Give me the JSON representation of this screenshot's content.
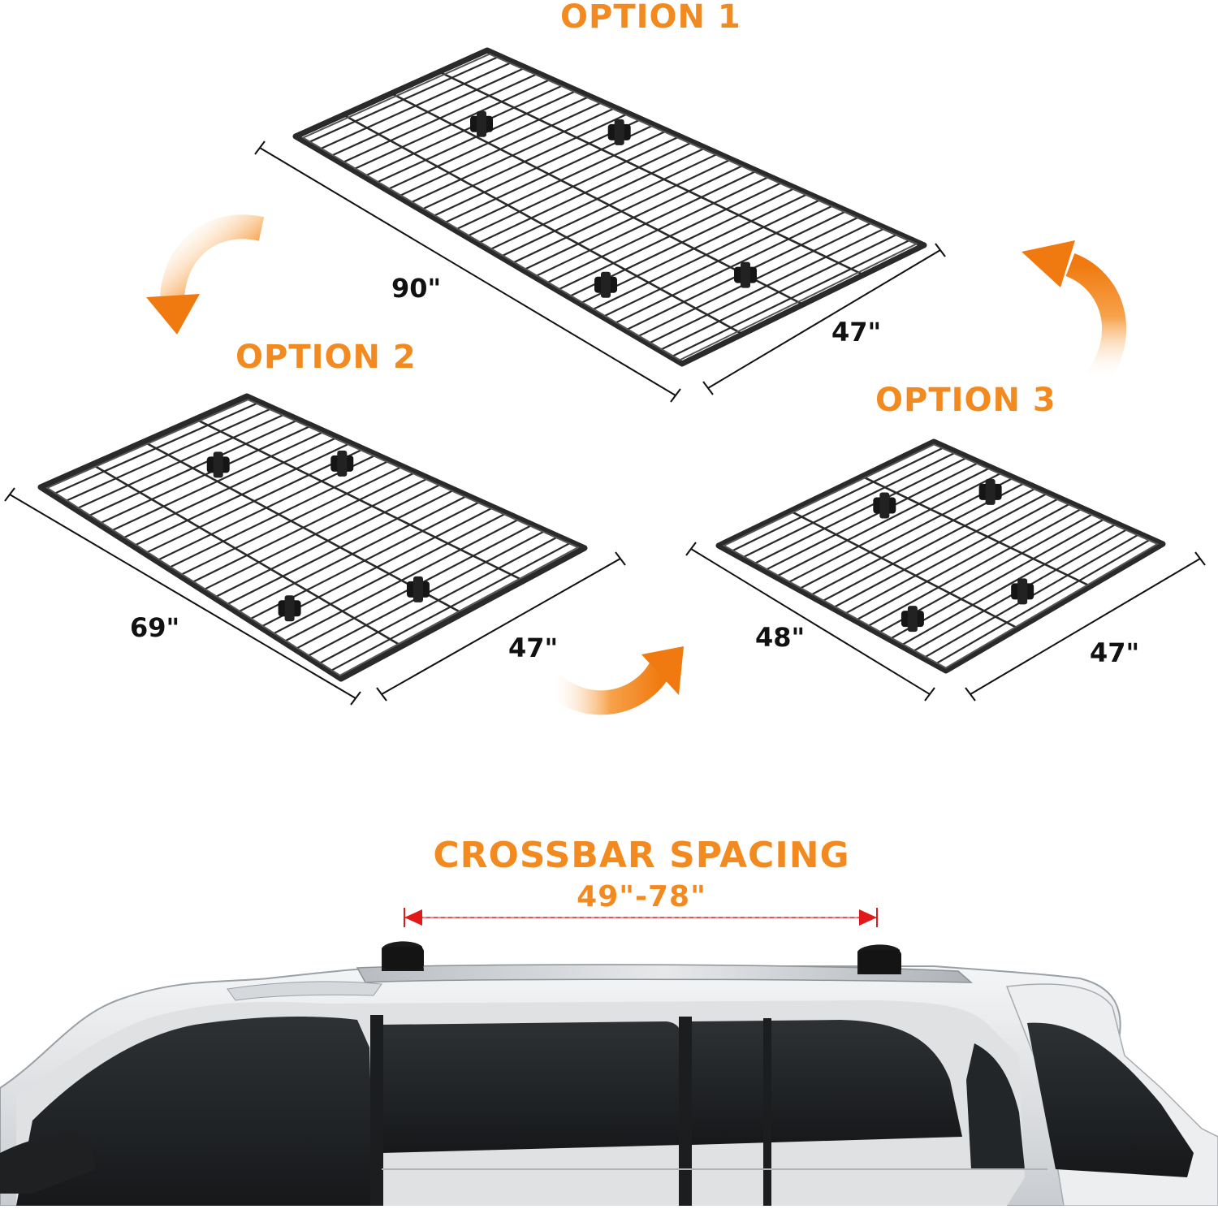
{
  "options": [
    {
      "title": "OPTION 1",
      "length": "90\"",
      "width": "47\""
    },
    {
      "title": "OPTION 2",
      "length": "69\"",
      "width": "47\""
    },
    {
      "title": "OPTION 3",
      "length": "48\"",
      "width": "47\""
    }
  ],
  "crossbar": {
    "title": "CROSSBAR SPACING",
    "range": "49\"-78\""
  },
  "colors": {
    "accent": "#f28a1f",
    "text": "#111111",
    "rack": "#2a2a2a",
    "marker": "#e01a1a"
  },
  "icons": [
    "arrow-curved-icon",
    "rack-basket-icon",
    "suv-car-icon",
    "dimension-line-icon"
  ]
}
